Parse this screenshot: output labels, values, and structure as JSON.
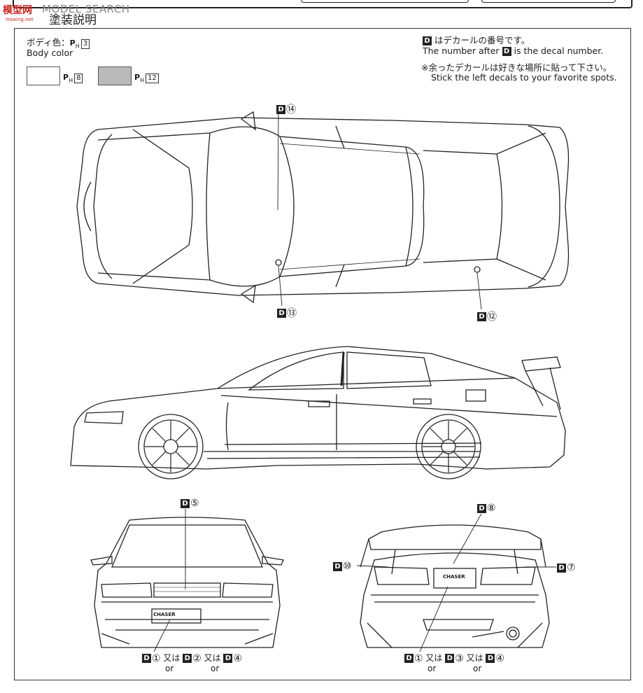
{
  "watermark": {
    "brand": "模型网",
    "brand_en": "MODEL SEARCH",
    "url": "moxing.net"
  },
  "section_title": "塗装説明",
  "body_color": {
    "label_ja": "ボディ色：",
    "paint_prefix": "P",
    "paint_sub": "H",
    "paint_number": "3",
    "label_en": "Body color"
  },
  "swatches": [
    {
      "prefix": "P",
      "sub": "H",
      "number": "8",
      "color": "#ffffff"
    },
    {
      "prefix": "P",
      "sub": "H",
      "number": "12",
      "color": "#b9b9b9"
    }
  ],
  "legend": {
    "badge": "D",
    "line1_ja": "はデカールの番号です。",
    "line1_en_a": "The number after",
    "line1_en_b": "is the decal number.",
    "line2_ja": "※余ったデカールは好きな場所に貼って下さい。",
    "line2_en": "Stick the left decals to your favorite spots."
  },
  "decals": {
    "top_view": [
      {
        "badge": "D",
        "num": "⑭"
      },
      {
        "badge": "D",
        "num": "⑬"
      },
      {
        "badge": "D",
        "num": "⑫"
      }
    ],
    "front_view": {
      "top": {
        "badge": "D",
        "num": "⑤"
      },
      "bottom": [
        {
          "badge": "D",
          "num": "①"
        },
        {
          "badge": "D",
          "num": "②"
        },
        {
          "badge": "D",
          "num": "④"
        }
      ],
      "or_ja": "又は",
      "or_en": "or",
      "plate": "CHASER"
    },
    "rear_view": {
      "top": {
        "badge": "D",
        "num": "⑧"
      },
      "left": {
        "badge": "D",
        "num": "⑩"
      },
      "right": {
        "badge": "D",
        "num": "⑦"
      },
      "bottom": [
        {
          "badge": "D",
          "num": "①"
        },
        {
          "badge": "D",
          "num": "③"
        },
        {
          "badge": "D",
          "num": "④"
        }
      ],
      "or_ja": "又は",
      "or_en": "or",
      "plate": "CHASER"
    }
  },
  "colors": {
    "ink": "#1a1a1a",
    "line": "#333333",
    "grey": "#b9b9b9",
    "watermark": "#c9251f"
  }
}
